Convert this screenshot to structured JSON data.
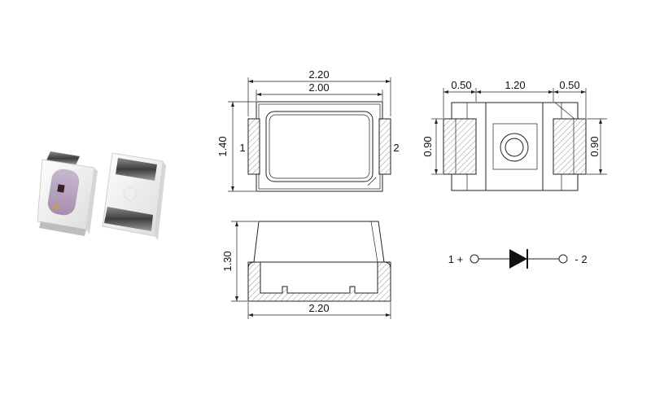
{
  "top_view": {
    "overall_width": "2.20",
    "lens_width": "2.00",
    "height": "1.40",
    "pin_left": "1",
    "pin_right": "2"
  },
  "bottom_view": {
    "pad_width_left": "0.50",
    "center_width": "1.20",
    "pad_width_right": "0.50",
    "pad_height_left": "0.90",
    "pad_height_right": "0.90"
  },
  "side_view": {
    "height": "1.30",
    "width": "2.20"
  },
  "schematic": {
    "anode_label": "1 +",
    "cathode_label": "- 2"
  },
  "colors": {
    "line": "#222222",
    "led_body": "#f2f2f2",
    "led_lens": "#b9a7bf",
    "metal": "#5a5a5a"
  }
}
